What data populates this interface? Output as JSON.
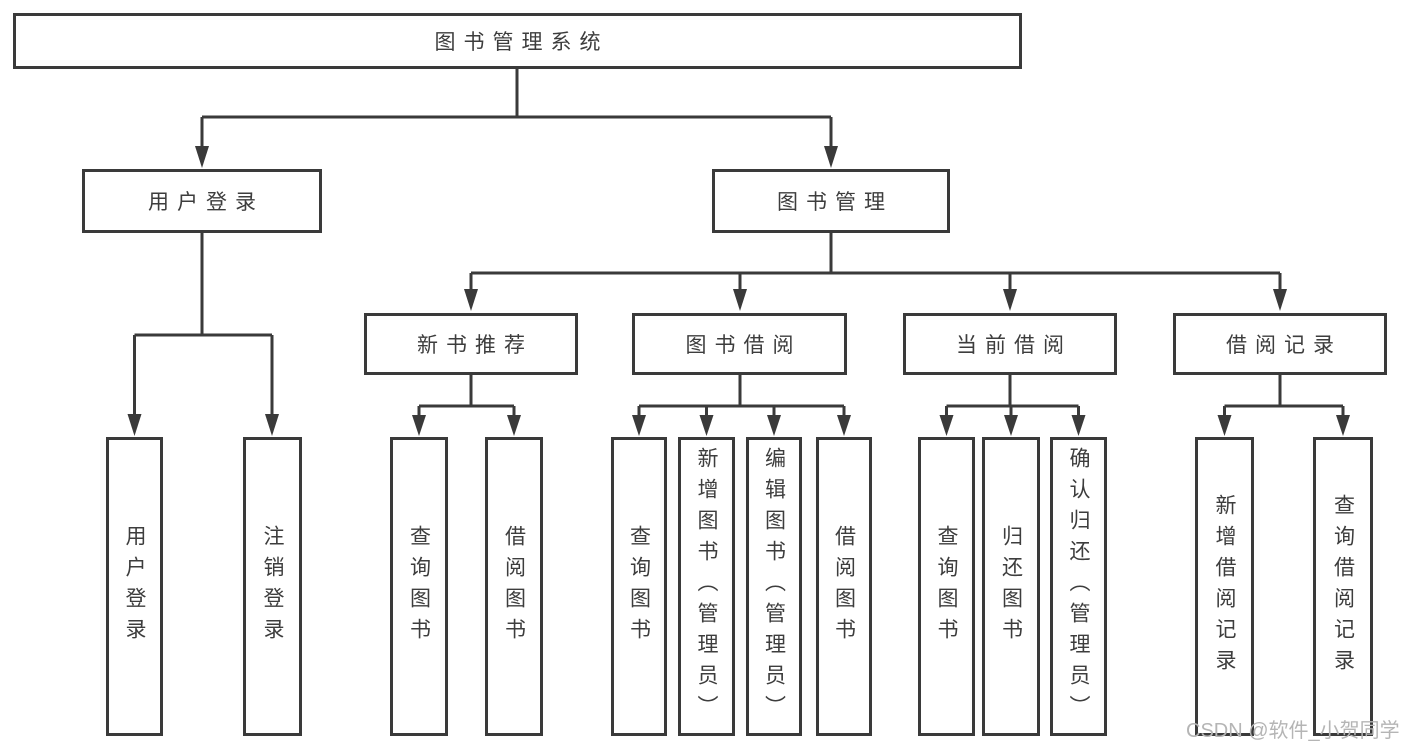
{
  "tree": {
    "root": {
      "label": "图书管理系统",
      "children": [
        {
          "label": "用户登录",
          "children": [
            {
              "label": "用户登录"
            },
            {
              "label": "注销登录"
            }
          ]
        },
        {
          "label": "图书管理",
          "children": [
            {
              "label": "新书推荐",
              "children": [
                {
                  "label": "查询图书"
                },
                {
                  "label": "借阅图书"
                }
              ]
            },
            {
              "label": "图书借阅",
              "children": [
                {
                  "label": "查询图书"
                },
                {
                  "label": "新增图书（管理员）"
                },
                {
                  "label": "编辑图书（管理员）"
                },
                {
                  "label": "借阅图书"
                }
              ]
            },
            {
              "label": "当前借阅",
              "children": [
                {
                  "label": "查询图书"
                },
                {
                  "label": "归还图书"
                },
                {
                  "label": "确认归还（管理员）"
                }
              ]
            },
            {
              "label": "借阅记录",
              "children": [
                {
                  "label": "新增借阅记录"
                },
                {
                  "label": "查询借阅记录"
                }
              ]
            }
          ]
        }
      ]
    }
  },
  "watermark": {
    "text": "CSDN @软件_小贺同学"
  },
  "colors": {
    "line": "#3a3a3a",
    "box_border": "#3a3a3a",
    "box_fill": "#ffffff",
    "text": "#3d3d3d",
    "watermark": "#b5b5b5",
    "background": "#ffffff"
  }
}
